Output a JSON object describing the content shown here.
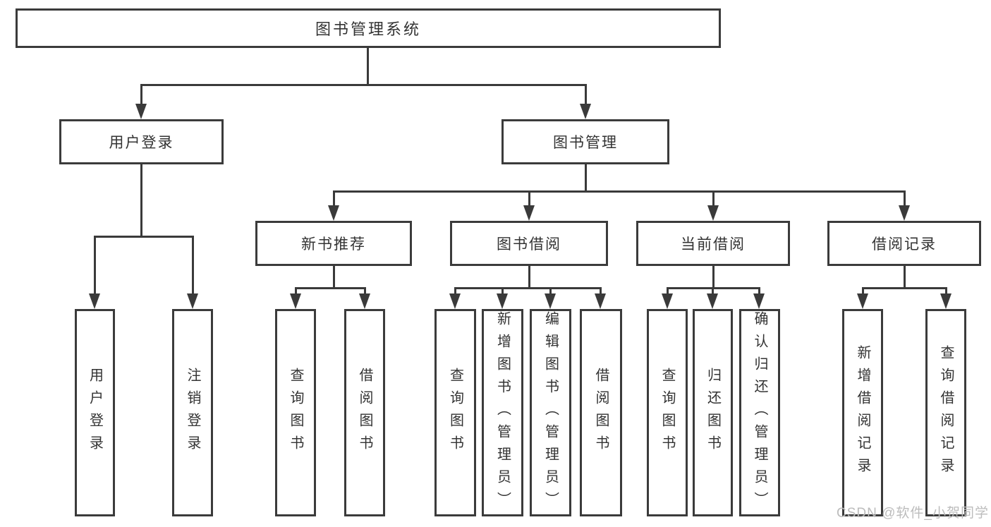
{
  "diagram_title": "图书管理系统",
  "tree": {
    "label": "图书管理系统",
    "children": [
      {
        "label": "用户登录",
        "children": [
          {
            "label": "用户登录"
          },
          {
            "label": "注销登录"
          }
        ]
      },
      {
        "label": "图书管理",
        "children": [
          {
            "label": "新书推荐",
            "children": [
              {
                "label": "查询图书"
              },
              {
                "label": "借阅图书"
              }
            ]
          },
          {
            "label": "图书借阅",
            "children": [
              {
                "label": "查询图书"
              },
              {
                "label": "新增图书（管理员）"
              },
              {
                "label": "编辑图书（管理员）"
              },
              {
                "label": "借阅图书"
              }
            ]
          },
          {
            "label": "当前借阅",
            "children": [
              {
                "label": "查询图书"
              },
              {
                "label": "归还图书"
              },
              {
                "label": "确认归还（管理员）"
              }
            ]
          },
          {
            "label": "借阅记录",
            "children": [
              {
                "label": "新增借阅记录"
              },
              {
                "label": "查询借阅记录"
              }
            ]
          }
        ]
      }
    ]
  },
  "watermark": {
    "text": "CSDN @软件_小贺同学"
  },
  "colors": {
    "line": "#3a3a3a",
    "box_border": "#3b3b3b",
    "text": "#333333",
    "background": "#ffffff",
    "watermark": "#bcbcbc"
  }
}
